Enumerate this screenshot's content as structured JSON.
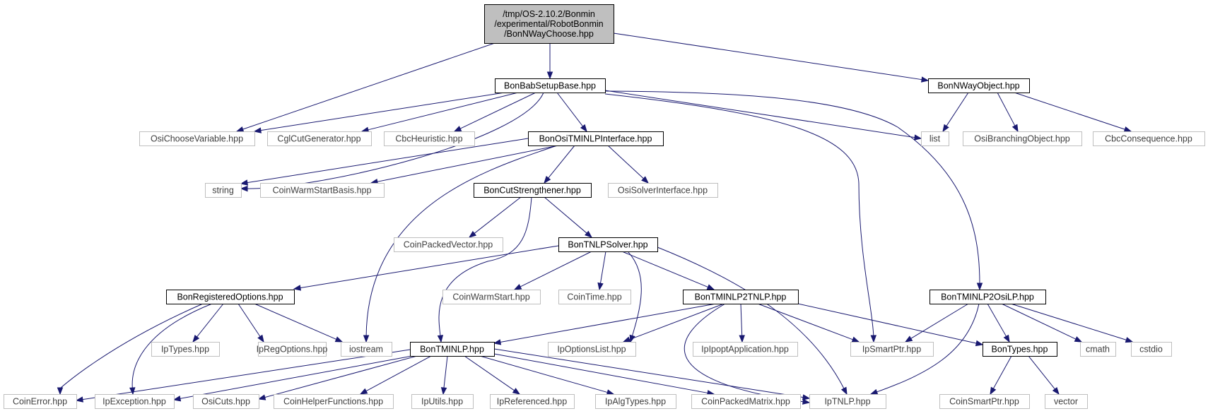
{
  "diagram": {
    "colors": {
      "edge": "#191970",
      "root_fill": "#bfbfbf",
      "root_border": "#000000",
      "internal_border": "#000000",
      "external_border": "#bfbfbf",
      "text": "#000000",
      "external_text": "#404040"
    },
    "nodes": [
      {
        "id": "root",
        "kind": "root",
        "lines": [
          "/tmp/OS-2.10.2/Bonmin",
          "/experimental/RobotBonmin",
          "/BonNWayChoose.hpp"
        ]
      },
      {
        "id": "babsetup",
        "kind": "internal",
        "lines": [
          "BonBabSetupBase.hpp"
        ]
      },
      {
        "id": "nwayobj",
        "kind": "internal",
        "lines": [
          "BonNWayObject.hpp"
        ]
      },
      {
        "id": "osichoose",
        "kind": "external",
        "lines": [
          "OsiChooseVariable.hpp"
        ]
      },
      {
        "id": "cglcut",
        "kind": "external",
        "lines": [
          "CglCutGenerator.hpp"
        ]
      },
      {
        "id": "cbcheur",
        "kind": "external",
        "lines": [
          "CbcHeuristic.hpp"
        ]
      },
      {
        "id": "ositminlp",
        "kind": "internal",
        "lines": [
          "BonOsiTMINLPInterface.hpp"
        ]
      },
      {
        "id": "list",
        "kind": "external",
        "lines": [
          "list"
        ]
      },
      {
        "id": "osibranch",
        "kind": "external",
        "lines": [
          "OsiBranchingObject.hpp"
        ]
      },
      {
        "id": "cbccons",
        "kind": "external",
        "lines": [
          "CbcConsequence.hpp"
        ]
      },
      {
        "id": "string",
        "kind": "external",
        "lines": [
          "string"
        ]
      },
      {
        "id": "coinwsb",
        "kind": "external",
        "lines": [
          "CoinWarmStartBasis.hpp"
        ]
      },
      {
        "id": "cutstr",
        "kind": "internal",
        "lines": [
          "BonCutStrengthener.hpp"
        ]
      },
      {
        "id": "osisolver",
        "kind": "external",
        "lines": [
          "OsiSolverInterface.hpp"
        ]
      },
      {
        "id": "coinpv",
        "kind": "external",
        "lines": [
          "CoinPackedVector.hpp"
        ]
      },
      {
        "id": "tnlpsolver",
        "kind": "internal",
        "lines": [
          "BonTNLPSolver.hpp"
        ]
      },
      {
        "id": "regopts",
        "kind": "internal",
        "lines": [
          "BonRegisteredOptions.hpp"
        ]
      },
      {
        "id": "coinws",
        "kind": "external",
        "lines": [
          "CoinWarmStart.hpp"
        ]
      },
      {
        "id": "cointime",
        "kind": "external",
        "lines": [
          "CoinTime.hpp"
        ]
      },
      {
        "id": "tminlp2tnlp",
        "kind": "internal",
        "lines": [
          "BonTMINLP2TNLP.hpp"
        ]
      },
      {
        "id": "tminlp2osilp",
        "kind": "internal",
        "lines": [
          "BonTMINLP2OsiLP.hpp"
        ]
      },
      {
        "id": "iptypes",
        "kind": "external",
        "lines": [
          "IpTypes.hpp"
        ]
      },
      {
        "id": "ipregopts",
        "kind": "external",
        "lines": [
          "IpRegOptions.hpp"
        ]
      },
      {
        "id": "iostream",
        "kind": "external",
        "lines": [
          "iostream"
        ]
      },
      {
        "id": "tminlp",
        "kind": "internal",
        "lines": [
          "BonTMINLP.hpp"
        ]
      },
      {
        "id": "ipoptslist",
        "kind": "external",
        "lines": [
          "IpOptionsList.hpp"
        ]
      },
      {
        "id": "ipoptapp",
        "kind": "external",
        "lines": [
          "IpIpoptApplication.hpp"
        ]
      },
      {
        "id": "ipsmartptr",
        "kind": "external",
        "lines": [
          "IpSmartPtr.hpp"
        ]
      },
      {
        "id": "bontypes",
        "kind": "internal",
        "lines": [
          "BonTypes.hpp"
        ]
      },
      {
        "id": "cmath",
        "kind": "external",
        "lines": [
          "cmath"
        ]
      },
      {
        "id": "cstdio",
        "kind": "external",
        "lines": [
          "cstdio"
        ]
      },
      {
        "id": "coinerror",
        "kind": "external",
        "lines": [
          "CoinError.hpp"
        ]
      },
      {
        "id": "ipexception",
        "kind": "external",
        "lines": [
          "IpException.hpp"
        ]
      },
      {
        "id": "osicuts",
        "kind": "external",
        "lines": [
          "OsiCuts.hpp"
        ]
      },
      {
        "id": "coinhelper",
        "kind": "external",
        "lines": [
          "CoinHelperFunctions.hpp"
        ]
      },
      {
        "id": "iputils",
        "kind": "external",
        "lines": [
          "IpUtils.hpp"
        ]
      },
      {
        "id": "ipreferenced",
        "kind": "external",
        "lines": [
          "IpReferenced.hpp"
        ]
      },
      {
        "id": "ipalgtypes",
        "kind": "external",
        "lines": [
          "IpAlgTypes.hpp"
        ]
      },
      {
        "id": "coinpm",
        "kind": "external",
        "lines": [
          "CoinPackedMatrix.hpp"
        ]
      },
      {
        "id": "iptnlp",
        "kind": "external",
        "lines": [
          "IpTNLP.hpp"
        ]
      },
      {
        "id": "coinsp",
        "kind": "external",
        "lines": [
          "CoinSmartPtr.hpp"
        ]
      },
      {
        "id": "vector",
        "kind": "external",
        "lines": [
          "vector"
        ]
      }
    ],
    "edges": [
      [
        "root",
        "osichoose"
      ],
      [
        "root",
        "babsetup"
      ],
      [
        "root",
        "nwayobj"
      ],
      [
        "babsetup",
        "osichoose"
      ],
      [
        "babsetup",
        "cglcut"
      ],
      [
        "babsetup",
        "cbcheur"
      ],
      [
        "babsetup",
        "ositminlp"
      ],
      [
        "babsetup",
        "list"
      ],
      [
        "babsetup",
        "string"
      ],
      [
        "babsetup",
        "ipsmartptr"
      ],
      [
        "babsetup",
        "tminlp2osilp"
      ],
      [
        "nwayobj",
        "list"
      ],
      [
        "nwayobj",
        "osibranch"
      ],
      [
        "nwayobj",
        "cbccons"
      ],
      [
        "ositminlp",
        "string"
      ],
      [
        "ositminlp",
        "coinwsb"
      ],
      [
        "ositminlp",
        "cutstr"
      ],
      [
        "ositminlp",
        "osisolver"
      ],
      [
        "ositminlp",
        "iostream"
      ],
      [
        "cutstr",
        "coinpv"
      ],
      [
        "cutstr",
        "tnlpsolver"
      ],
      [
        "cutstr",
        "tminlp"
      ],
      [
        "tnlpsolver",
        "regopts"
      ],
      [
        "tnlpsolver",
        "coinws"
      ],
      [
        "tnlpsolver",
        "cointime"
      ],
      [
        "tnlpsolver",
        "tminlp2tnlp"
      ],
      [
        "tnlpsolver",
        "ipoptslist"
      ],
      [
        "tnlpsolver",
        "iptnlp"
      ],
      [
        "regopts",
        "iptypes"
      ],
      [
        "regopts",
        "ipregopts"
      ],
      [
        "regopts",
        "iostream"
      ],
      [
        "regopts",
        "coinerror"
      ],
      [
        "regopts",
        "ipexception"
      ],
      [
        "tminlp2tnlp",
        "tminlp"
      ],
      [
        "tminlp2tnlp",
        "ipoptslist"
      ],
      [
        "tminlp2tnlp",
        "ipoptapp"
      ],
      [
        "tminlp2tnlp",
        "ipsmartptr"
      ],
      [
        "tminlp2tnlp",
        "bontypes"
      ],
      [
        "tminlp2tnlp",
        "iptnlp"
      ],
      [
        "tminlp2osilp",
        "ipsmartptr"
      ],
      [
        "tminlp2osilp",
        "bontypes"
      ],
      [
        "tminlp2osilp",
        "cmath"
      ],
      [
        "tminlp2osilp",
        "cstdio"
      ],
      [
        "tminlp2osilp",
        "iptnlp"
      ],
      [
        "tminlp",
        "coinerror"
      ],
      [
        "tminlp",
        "ipexception"
      ],
      [
        "tminlp",
        "osicuts"
      ],
      [
        "tminlp",
        "coinhelper"
      ],
      [
        "tminlp",
        "iputils"
      ],
      [
        "tminlp",
        "ipreferenced"
      ],
      [
        "tminlp",
        "ipalgtypes"
      ],
      [
        "tminlp",
        "coinpm"
      ],
      [
        "tminlp",
        "iptnlp"
      ],
      [
        "bontypes",
        "coinsp"
      ],
      [
        "bontypes",
        "vector"
      ]
    ]
  }
}
